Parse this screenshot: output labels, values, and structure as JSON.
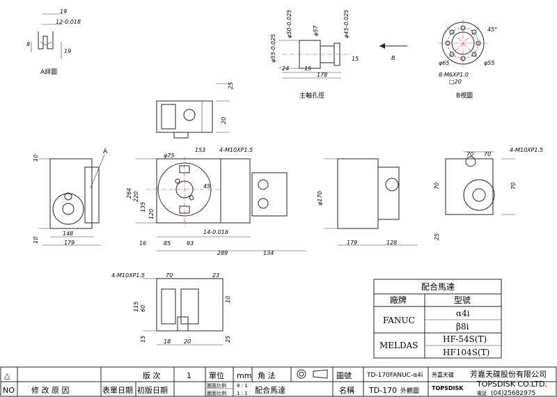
{
  "title_block": {
    "revision_label": "版 次",
    "revision_value": "1",
    "unit_label": "單位",
    "unit_value": "mm",
    "angle_label": "角 法",
    "drawing_no_label": "圖號",
    "drawing_no_value": "TD-170FANUC-α4i",
    "company_cn": "芳嘉天碟股份有限公司",
    "company_en": "TOPSDISK CO.LTD.",
    "phone_label": "電話",
    "phone_value": "(04)25682975",
    "logo_cn": "芳嘉天碟",
    "logo_en": "TOPSDISK",
    "no_label": "NO",
    "reason_label": "修 改 原 因",
    "form_date_label": "表單日期",
    "first_date_label": "初版日期",
    "scale1_label": "圖面比例",
    "scale1_value": "8 : 1",
    "scale2_label": "圖面比例",
    "scale2_value": "1 : 1",
    "match_motor_label": "配合馬達",
    "name_label": "名稱",
    "name_value": "TD-170",
    "name_suffix": "外觀圖",
    "triangle_glyph": "△"
  },
  "motor_table": {
    "title": "配合馬達",
    "col_brand": "廠牌",
    "col_model": "型號",
    "rows": [
      {
        "brand": "FANUC",
        "models": [
          "α4i",
          "β8i"
        ]
      },
      {
        "brand": "MELDAS",
        "models": [
          "HF-54S(T)",
          "HF104S(T)"
        ]
      }
    ]
  },
  "labels": {
    "a_detail": "A詳圖",
    "spindle_bore": "主軸孔徑",
    "b_view": "B視圖",
    "arrow_b": "B",
    "callout_a": "A"
  },
  "dims": {
    "a_19_top": "19",
    "a_12": "12-0.018",
    "a_8": "8",
    "a_19_bot": "19",
    "s_phi55": "φ55-0.025",
    "s_phi50": "φ50-0.025",
    "s_phi57": "φ57",
    "s_phi45": "φ45-0.025",
    "s_24": "24",
    "s_15a": "15",
    "s_15b": "15",
    "s_178": "178",
    "b_45": "45°",
    "b_phi65": "φ65",
    "b_phi55": "φ55",
    "b_m6": "8-M6XP1.0",
    "b_sq20": "□20",
    "t_25": "25",
    "t_20": "20",
    "f_phi75": "φ75",
    "f_153": "153",
    "f_m10": "4-M10XP1.5",
    "f_264": "264",
    "f_220": "220",
    "f_135": "135",
    "f_120": "120",
    "f_45": "45",
    "f_14": "14-0.018",
    "f_16": "16",
    "f_85": "85",
    "f_93": "93",
    "f_289": "289",
    "f_134": "134",
    "l_10a": "10",
    "l_10b": "10",
    "l_148": "148",
    "l_179": "179",
    "r_phi170": "φ170",
    "r_179": "179",
    "r_128": "128",
    "e_70a": "70",
    "e_70b": "70",
    "e_70c": "70",
    "e_m10": "4-M10XP1.5",
    "e_70d": "70",
    "e_25": "25",
    "bt_m10": "4-M10XP1.5",
    "bt_70": "70",
    "bt_23": "23",
    "bt_115": "115",
    "bt_10": "10",
    "bt_60": "60",
    "bt_15": "15",
    "bt_18": "18",
    "bt_20": "20",
    "bt_25": "25"
  }
}
